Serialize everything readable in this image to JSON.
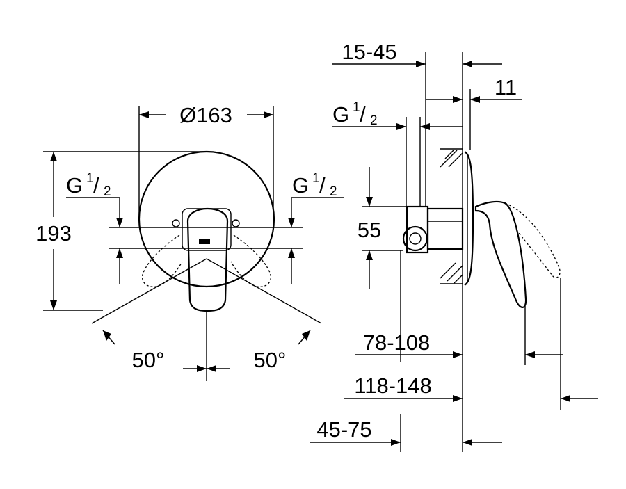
{
  "front_view": {
    "diameter": "Ø163",
    "height": "193",
    "thread_left": {
      "main": "G",
      "num": "1",
      "den": "2"
    },
    "thread_right": {
      "main": "G",
      "num": "1",
      "den": "2"
    },
    "angle_left": "50°",
    "angle_right": "50°"
  },
  "side_view": {
    "adjust_range": "15-45",
    "wall_offset": "11",
    "thread": {
      "main": "G",
      "num": "1",
      "den": "2"
    },
    "height": "55",
    "dim_a": "78-108",
    "dim_b": "118-148",
    "dim_c": "45-75"
  }
}
